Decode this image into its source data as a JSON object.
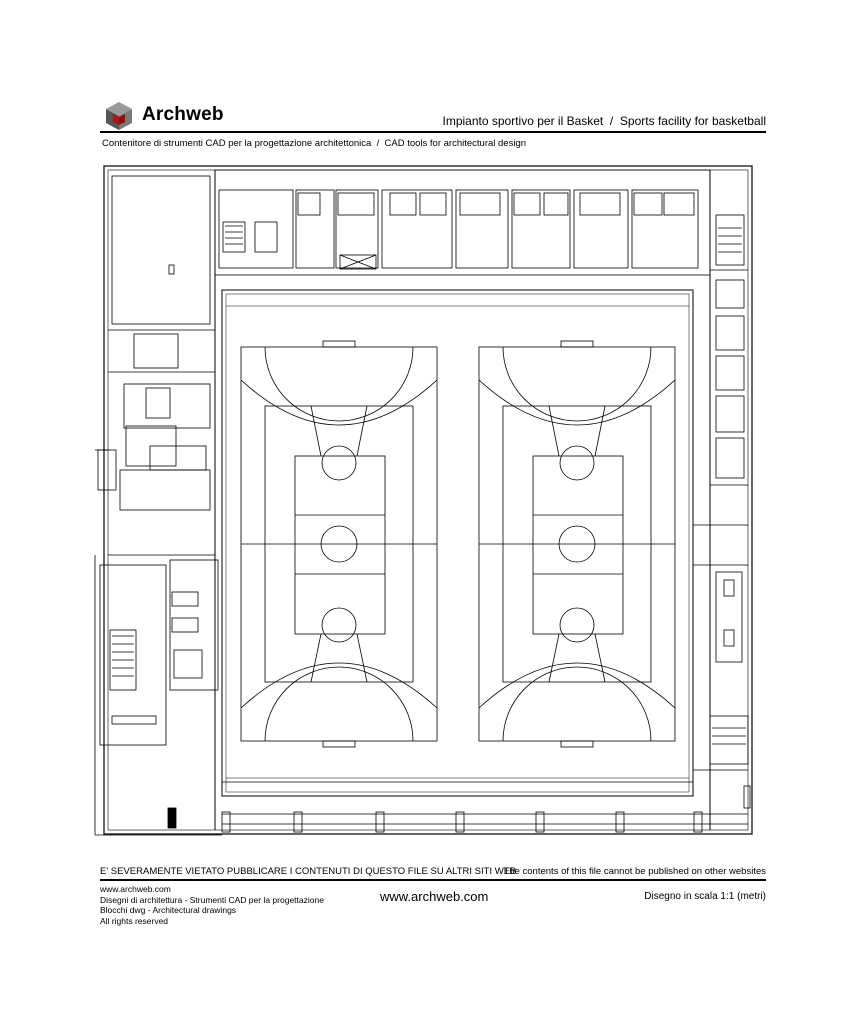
{
  "header": {
    "brand": "Archweb",
    "title": "Impianto sportivo per il Basket  /  Sports facility for basketball",
    "subtitle": "Contenitore di strumenti CAD per la progettazione architettonica  /  CAD tools for architectural design"
  },
  "footer": {
    "warning_it": "E' SEVERAMENTE VIETATO PUBBLICARE I CONTENUTI DI QUESTO FILE SU ALTRI SITI WEB",
    "warning_en": "The contents of this file cannot be published on other websites",
    "credits": [
      "www.archweb.com",
      "Disegni di architettura - Strumenti CAD  per la progettazione",
      "Blocchi dwg - Architectural drawings",
      "All rights reserved"
    ],
    "website": "www.archweb.com",
    "scale": "Disegno in scala 1:1 (metri)"
  },
  "colors": {
    "line": "#000000",
    "logo_dark": "#555555",
    "logo_light": "#9a9a9a",
    "logo_red": "#b01515"
  }
}
